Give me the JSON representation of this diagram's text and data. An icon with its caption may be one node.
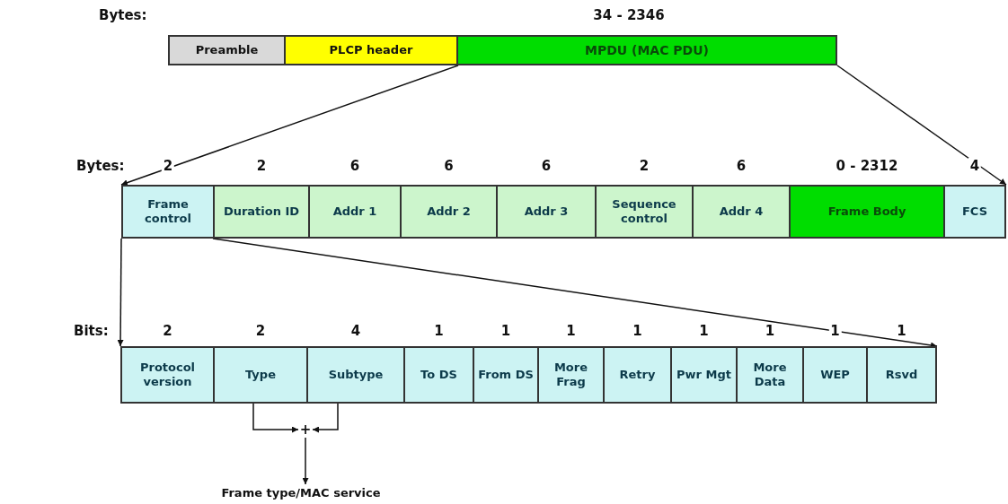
{
  "diagram": {
    "nodes": [
      {
        "text": [
          "Preamble"
        ]
      },
      {
        "text": [
          "PLCP header"
        ]
      },
      {
        "text": [
          "MPDU (MAC PDU)"
        ],
        "beside": [
          "34 - 2346"
        ]
      },
      {
        "text": [
          "Frame control"
        ],
        "beside": [
          "2"
        ]
      },
      {
        "text": [
          "Duration ID"
        ],
        "beside": [
          "2"
        ]
      },
      {
        "text": [
          "Addr 1"
        ],
        "beside": [
          "6"
        ]
      },
      {
        "text": [
          "Addr 2"
        ],
        "beside": [
          "6"
        ]
      },
      {
        "text": [
          "Addr 3"
        ],
        "beside": [
          "6"
        ]
      },
      {
        "text": [
          "Sequence control"
        ],
        "beside": [
          "2"
        ]
      },
      {
        "text": [
          "Addr 4"
        ],
        "beside": [
          "6"
        ]
      },
      {
        "text": [
          "Frame Body"
        ],
        "beside": [
          "0 - 2312"
        ]
      },
      {
        "text": [
          "FCS"
        ],
        "beside": [
          "4"
        ]
      },
      {
        "text": [
          "Protocol version"
        ],
        "beside": [
          "2"
        ]
      },
      {
        "text": [
          "Type"
        ],
        "beside": [
          "2"
        ]
      },
      {
        "text": [
          "Subtype"
        ],
        "beside": [
          "4"
        ]
      },
      {
        "text": [
          "To DS"
        ],
        "beside": [
          "1"
        ]
      },
      {
        "text": [
          "From DS"
        ],
        "beside": [
          "1"
        ]
      },
      {
        "text": [
          "More Frag"
        ],
        "beside": [
          "1"
        ]
      },
      {
        "text": [
          "Retry"
        ],
        "beside": [
          "1"
        ]
      },
      {
        "text": [
          "Pwr Mgt"
        ],
        "beside": [
          "1"
        ]
      },
      {
        "text": [
          "More Data"
        ],
        "beside": [
          "1"
        ]
      },
      {
        "text": [
          "WEP"
        ],
        "beside": [
          "1"
        ]
      },
      {
        "text": [
          "Rsvd"
        ],
        "beside": [
          "1"
        ]
      },
      {
        "text": [
          "+"
        ]
      },
      {
        "text": [
          "Frame type/MAC service"
        ]
      }
    ],
    "edges": [
      {
        "from": 2,
        "to": 3,
        "arrow": "to"
      },
      {
        "from": 2,
        "to": 11,
        "arrow": "to"
      },
      {
        "from": 3,
        "to": 12,
        "arrow": "to"
      },
      {
        "from": 3,
        "to": 22,
        "arrow": "to"
      },
      {
        "from": 13,
        "to": 23,
        "arrow": "to"
      },
      {
        "from": 14,
        "to": 23,
        "arrow": "to"
      },
      {
        "from": 23,
        "to": 24,
        "arrow": "to"
      }
    ],
    "labels": [
      "Bytes:",
      "Bytes:",
      "Bits:"
    ]
  }
}
